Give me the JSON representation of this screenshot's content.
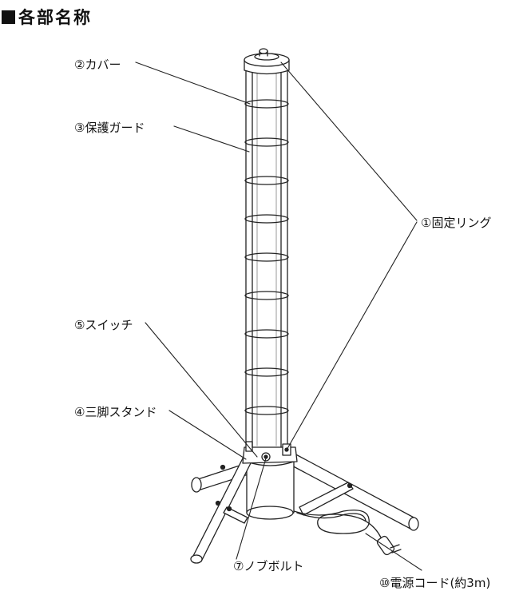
{
  "title": "各部名称",
  "labels": {
    "cover": "②カバー",
    "guard": "③保護ガード",
    "ring": "①固定リング",
    "switch": "⑤スイッチ",
    "stand": "④三脚スタンド",
    "knob_bolt": "⑦ノブボルト",
    "cord": "⑩電源コード(約3m)"
  }
}
